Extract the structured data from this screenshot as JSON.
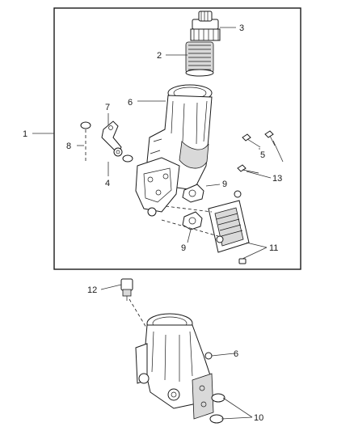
{
  "callouts": {
    "c1": "1",
    "c2": "2",
    "c3": "3",
    "c4": "4",
    "c5": "5",
    "c6_upper": "6",
    "c6_lower": "6",
    "c7": "7",
    "c8": "8",
    "c9_upper": "9",
    "c9_lower": "9",
    "c10": "10",
    "c11": "11",
    "c12": "12",
    "c13": "13"
  }
}
